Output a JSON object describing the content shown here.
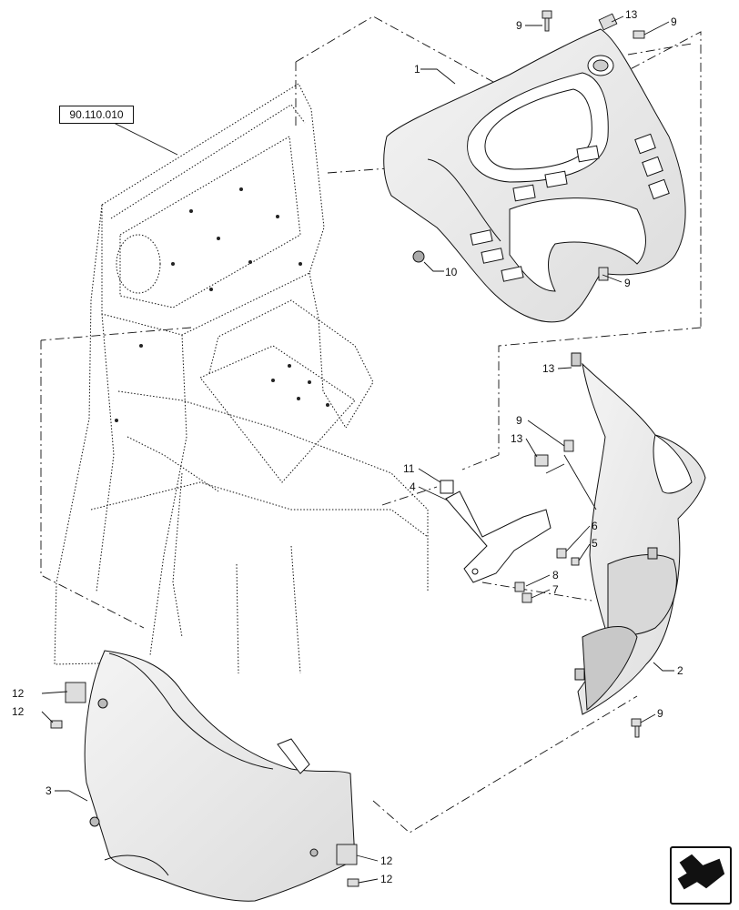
{
  "reference": "90.110.010",
  "callouts": {
    "c1": "1",
    "c2": "2",
    "c3": "3",
    "c4": "4",
    "c5": "5",
    "c6": "6",
    "c7": "7",
    "c8": "8",
    "c9a": "9",
    "c9b": "9",
    "c9c": "9",
    "c9d": "9",
    "c9e": "9",
    "c10": "10",
    "c11": "11",
    "c12a": "12",
    "c12b": "12",
    "c12c": "12",
    "c12d": "12",
    "c13a": "13",
    "c13b": "13",
    "c13c": "13"
  },
  "icons": {
    "nav": "next-page-arrow-icon"
  },
  "colors": {
    "line": "#111111",
    "shade": "#e6e6e6",
    "dark": "#b9b9b9"
  }
}
